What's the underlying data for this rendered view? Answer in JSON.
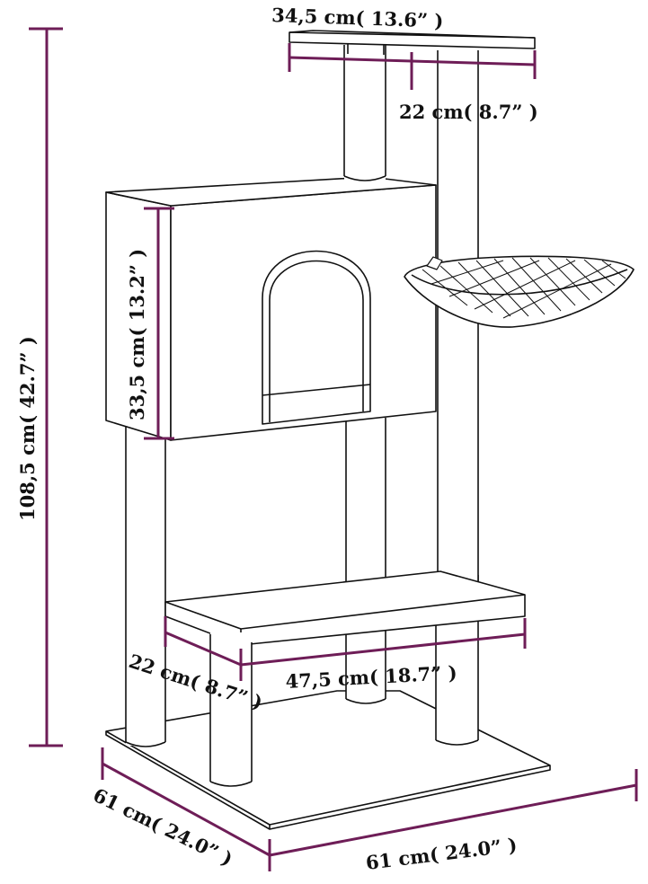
{
  "colors": {
    "dimension": "#6e1d57",
    "outline": "#111111",
    "background": "#ffffff"
  },
  "dimensions": {
    "top_width": "34,5 cm( 13.6” )",
    "top_depth": "22 cm( 8.7” )",
    "house_height": "33,5 cm( 13.2” )",
    "total_height": "108,5 cm( 42.7” )",
    "platform_width": "47,5 cm( 18.7” )",
    "platform_depth": "22 cm( 8.7” )",
    "base_depth": "61 cm( 24.0” )",
    "base_width": "61 cm( 24.0” )"
  }
}
